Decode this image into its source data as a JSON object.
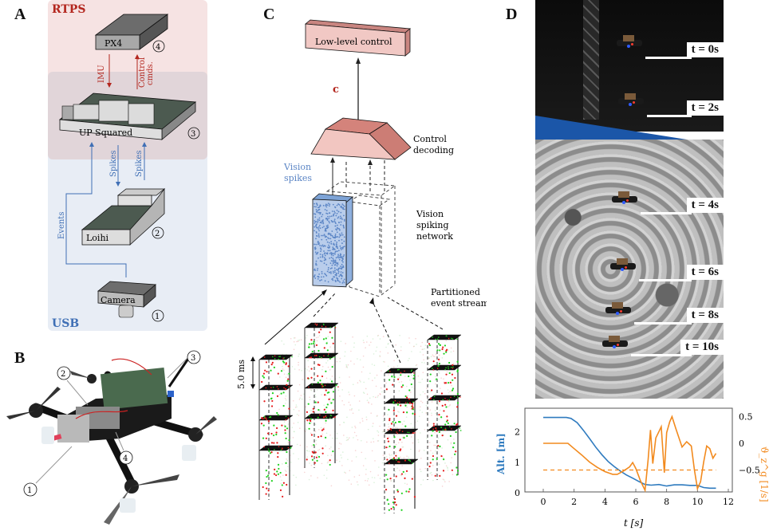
{
  "panels": {
    "a": {
      "letter": "A",
      "rtps_label": "RTPS",
      "usb_label": "USB",
      "colors": {
        "rtps": "#b3261e",
        "usb": "#3f6fb5",
        "rtps_bg": "#f6e3e3",
        "usb_bg": "#e8edf5",
        "overlap_bg": "#e3d7db"
      },
      "components": [
        {
          "name": "PX4",
          "number": "4"
        },
        {
          "name": "UP Squared",
          "number": "3"
        },
        {
          "name": "Loihi",
          "number": "2"
        },
        {
          "name": "Camera",
          "number": "1"
        }
      ],
      "arrows": {
        "imu": "IMU",
        "control": "Control",
        "control2": "cmds.",
        "spikes_down": "Spikes",
        "spikes_up": "Spikes",
        "events": "Events"
      }
    },
    "b": {
      "letter": "B",
      "callouts": [
        "1",
        "2",
        "3",
        "4"
      ]
    },
    "c": {
      "letter": "C",
      "low_level": "Low-level control",
      "c_symbol": "c",
      "control_decoding": [
        "Control",
        "decoding"
      ],
      "vision_spikes": [
        "Vision",
        "spikes"
      ],
      "vision_network": [
        "Vision",
        "spiking",
        "network"
      ],
      "partitioned": [
        "Partitioned",
        "event stream"
      ],
      "time_scale": "5.0 ms"
    },
    "d": {
      "letter": "D",
      "timestamps": [
        "t = 0s",
        "t = 2s",
        "t = 4s",
        "t = 6s",
        "t = 8s",
        "t = 10s"
      ]
    }
  },
  "chart_data": {
    "type": "line",
    "title": "",
    "xlabel": "t [s]",
    "ylabel": "Alt. [m]",
    "y2label": "ϑ_z^g [1/s]",
    "xlim": [
      -1,
      12.5
    ],
    "ylim": [
      0,
      2.75
    ],
    "y2lim": [
      -0.95,
      0.65
    ],
    "xticks": [
      0,
      2,
      4,
      6,
      8,
      10,
      12
    ],
    "yticks": [
      0,
      1,
      2
    ],
    "y2ticks": [
      0.5,
      0,
      -0.5
    ],
    "y2tick_labels": [
      "0.5",
      "0",
      "−0.5"
    ],
    "grid": false,
    "series": [
      {
        "name": "Altitude",
        "axis": "left",
        "color": "#2f7bbf",
        "x": [
          0,
          1.5,
          1.8,
          2.2,
          2.6,
          3.0,
          3.4,
          3.8,
          4.2,
          4.6,
          5.0,
          5.4,
          5.8,
          6.2,
          6.6,
          7.0,
          7.5,
          8.0,
          8.5,
          9.0,
          9.5,
          10.0,
          10.4,
          10.8,
          11.2
        ],
        "y": [
          2.47,
          2.47,
          2.44,
          2.3,
          2.05,
          1.78,
          1.5,
          1.25,
          1.03,
          0.86,
          0.71,
          0.58,
          0.48,
          0.37,
          0.27,
          0.25,
          0.27,
          0.22,
          0.26,
          0.26,
          0.24,
          0.24,
          0.17,
          0.15,
          0.15
        ]
      },
      {
        "name": "Divergence",
        "axis": "right",
        "color": "#f28a1e",
        "x": [
          0,
          1.6,
          2.0,
          2.5,
          3.0,
          3.5,
          4.0,
          4.5,
          4.8,
          5.2,
          5.6,
          5.8,
          6.0,
          6.3,
          6.6,
          6.8,
          6.95,
          7.1,
          7.3,
          7.5,
          7.65,
          7.85,
          8.0,
          8.2,
          8.35,
          8.6,
          9.0,
          9.3,
          9.6,
          9.8,
          10.0,
          10.2,
          10.4,
          10.6,
          10.8,
          11.0,
          11.2
        ],
        "y": [
          0.0,
          0.0,
          -0.1,
          -0.22,
          -0.35,
          -0.45,
          -0.53,
          -0.58,
          -0.58,
          -0.52,
          -0.44,
          -0.36,
          -0.47,
          -0.7,
          -0.88,
          -0.3,
          0.25,
          -0.38,
          0.1,
          0.22,
          0.31,
          -0.55,
          0.2,
          0.4,
          0.5,
          0.27,
          -0.07,
          0.03,
          -0.05,
          -0.5,
          -0.85,
          -0.72,
          -0.35,
          -0.05,
          -0.1,
          -0.28,
          -0.19
        ]
      },
      {
        "name": "Setpoint",
        "axis": "right",
        "color": "#f28a1e",
        "dashed": true,
        "x": [
          0,
          11.2
        ],
        "y": [
          -0.5,
          -0.5
        ]
      }
    ]
  }
}
